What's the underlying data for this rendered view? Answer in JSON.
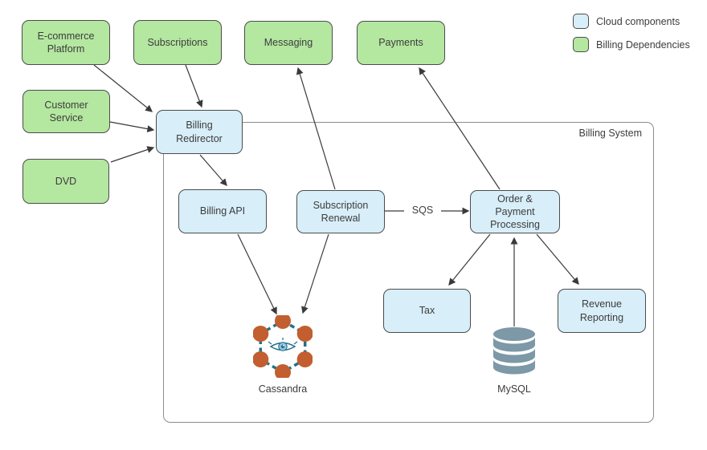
{
  "legend": {
    "items": [
      {
        "id": "cloud",
        "label": "Cloud components"
      },
      {
        "id": "dependency",
        "label": "Billing Dependencies"
      }
    ]
  },
  "container": {
    "label": "Billing System"
  },
  "nodes": {
    "ecommerce": {
      "label": "E-commerce Platform",
      "type": "dependency"
    },
    "subscriptions": {
      "label": "Subscriptions",
      "type": "dependency"
    },
    "messaging": {
      "label": "Messaging",
      "type": "dependency"
    },
    "payments": {
      "label": "Payments",
      "type": "dependency"
    },
    "customer_service": {
      "label": "Customer Service",
      "type": "dependency"
    },
    "dvd": {
      "label": "DVD",
      "type": "dependency"
    },
    "billing_redirector": {
      "label": "Billing Redirector",
      "type": "cloud"
    },
    "billing_api": {
      "label": "Billing API",
      "type": "cloud"
    },
    "subscription_renewal": {
      "label": "Subscription Renewal",
      "type": "cloud"
    },
    "order_payment_processing": {
      "label": "Order & Payment Processing",
      "type": "cloud"
    },
    "tax": {
      "label": "Tax",
      "type": "cloud"
    },
    "revenue_reporting": {
      "label": "Revenue Reporting",
      "type": "cloud"
    }
  },
  "databases": {
    "cassandra": {
      "label": "Cassandra",
      "icon": "cassandra-db-icon"
    },
    "mysql": {
      "label": "MySQL",
      "icon": "database-cylinder-icon"
    }
  },
  "edges": {
    "sqs_label": "SQS"
  },
  "colors": {
    "cloud_fill": "#d8eef9",
    "dependency_fill": "#b4e7a0",
    "node_border": "#4c4c4c",
    "container_border": "#8c8c8c",
    "arrow": "#3a3a3a",
    "text": "#3c3c3c",
    "mysql": "#7d98a6",
    "cassandra_orange": "#c25e30",
    "cassandra_teal": "#23708a",
    "cassandra_iris": "#93c6dd"
  }
}
